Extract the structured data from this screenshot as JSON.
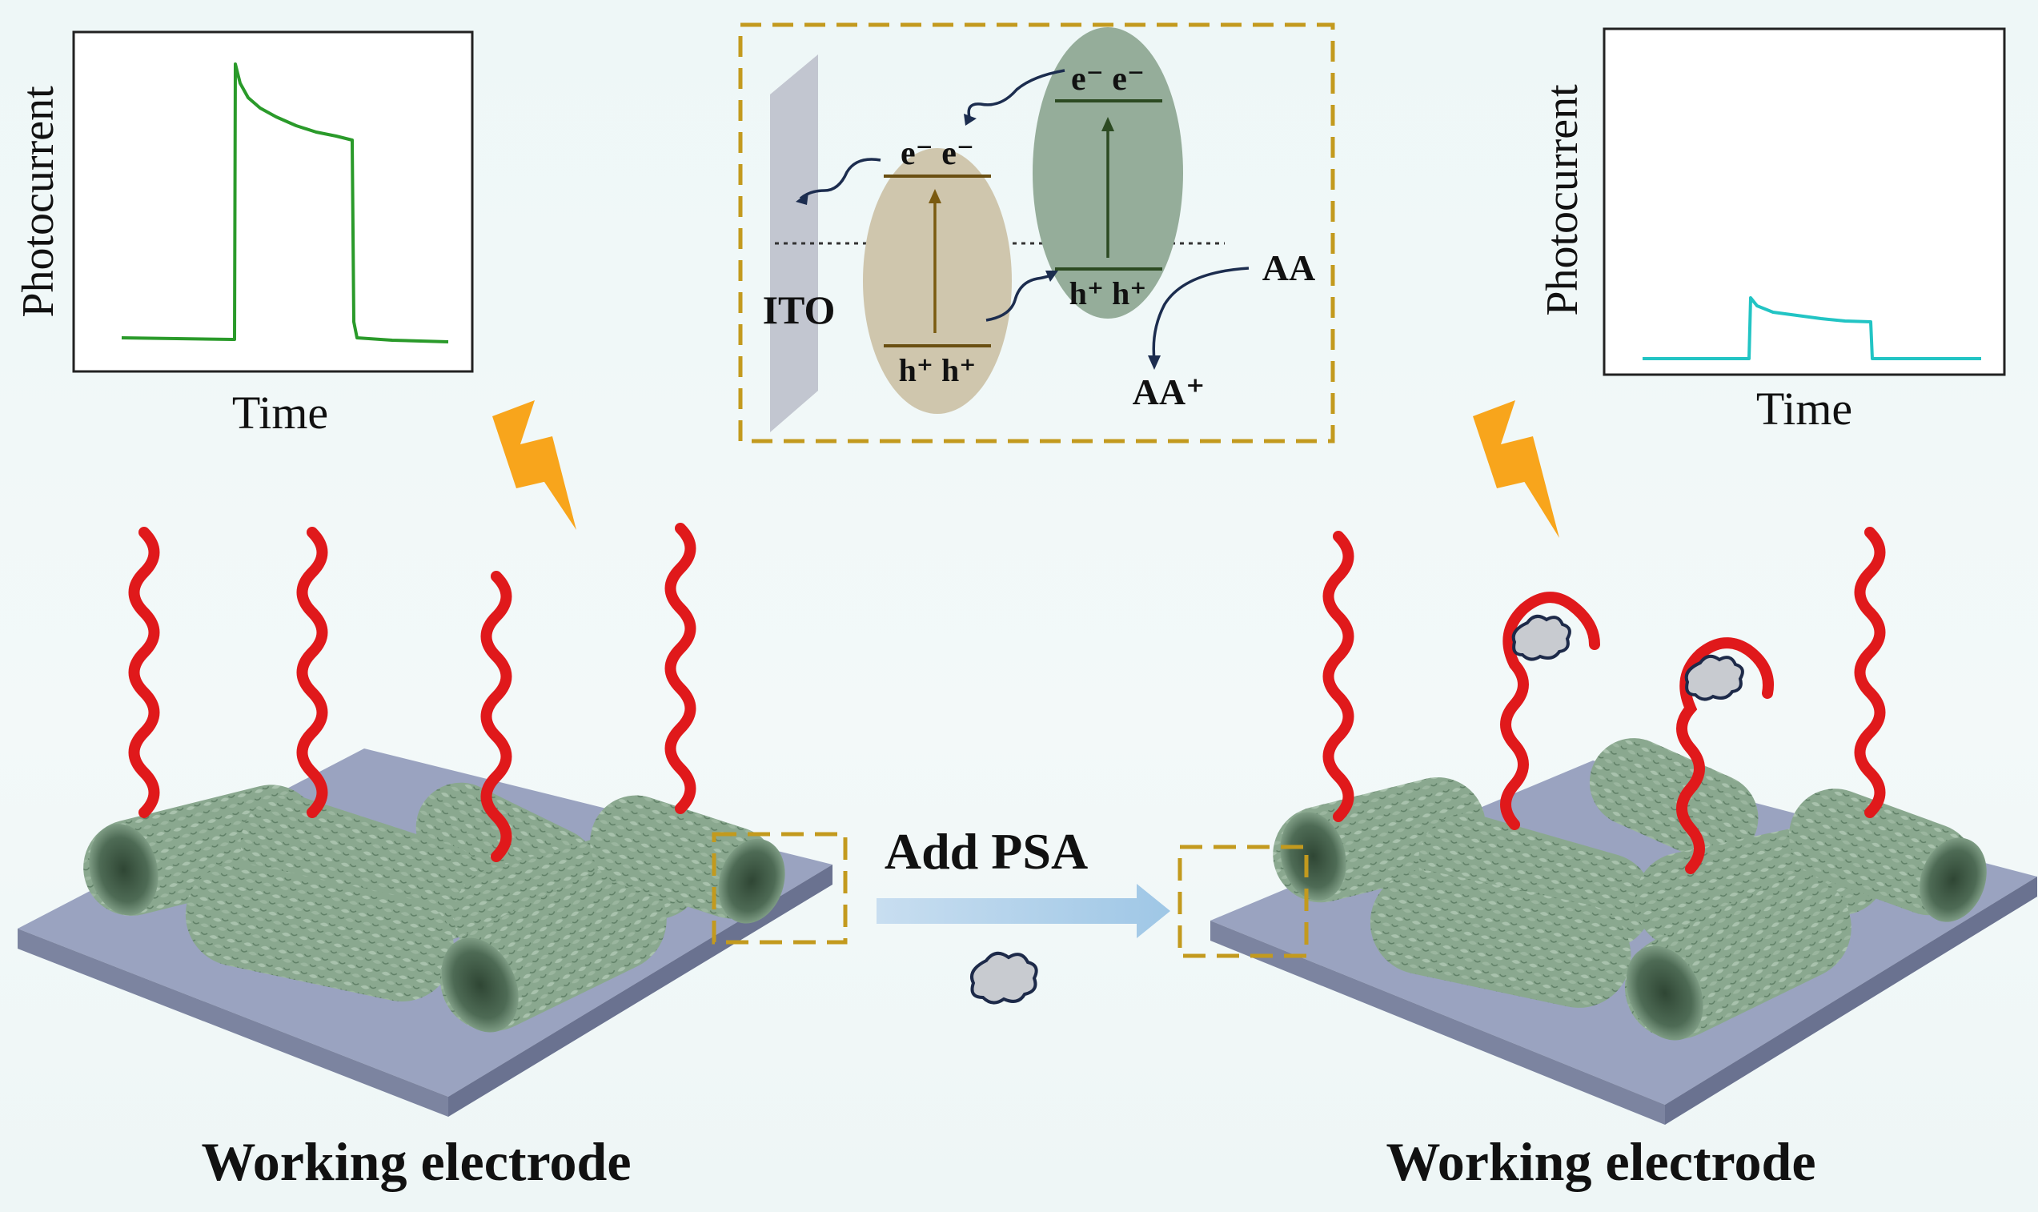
{
  "left_plot": {
    "ylabel": "Photocurrent",
    "xlabel": "Time",
    "color": "#2a9a2a"
  },
  "right_plot": {
    "ylabel": "Photocurrent",
    "xlabel": "Time",
    "color": "#22c4c4"
  },
  "mechanism": {
    "electrode_label": "ITO",
    "left_top": "e⁻  e⁻",
    "left_bottom": "h⁺  h⁺",
    "right_top": "e⁻  e⁻",
    "right_bottom": "h⁺  h⁺",
    "donor": "AA",
    "donor_oxidized": "AA⁺",
    "colors": {
      "box_border": "#c39a1e",
      "left_ellipse": "#cfc6ad",
      "right_ellipse": "#95ad9a"
    }
  },
  "arrow_label": "Add PSA",
  "left_caption": "Working electrode",
  "right_caption": "Working electrode",
  "colors": {
    "aptamer": "#e0191b",
    "nanotube": "#87a68d",
    "substrate": "#9aa3c0",
    "bolt": "#f8a51c"
  }
}
